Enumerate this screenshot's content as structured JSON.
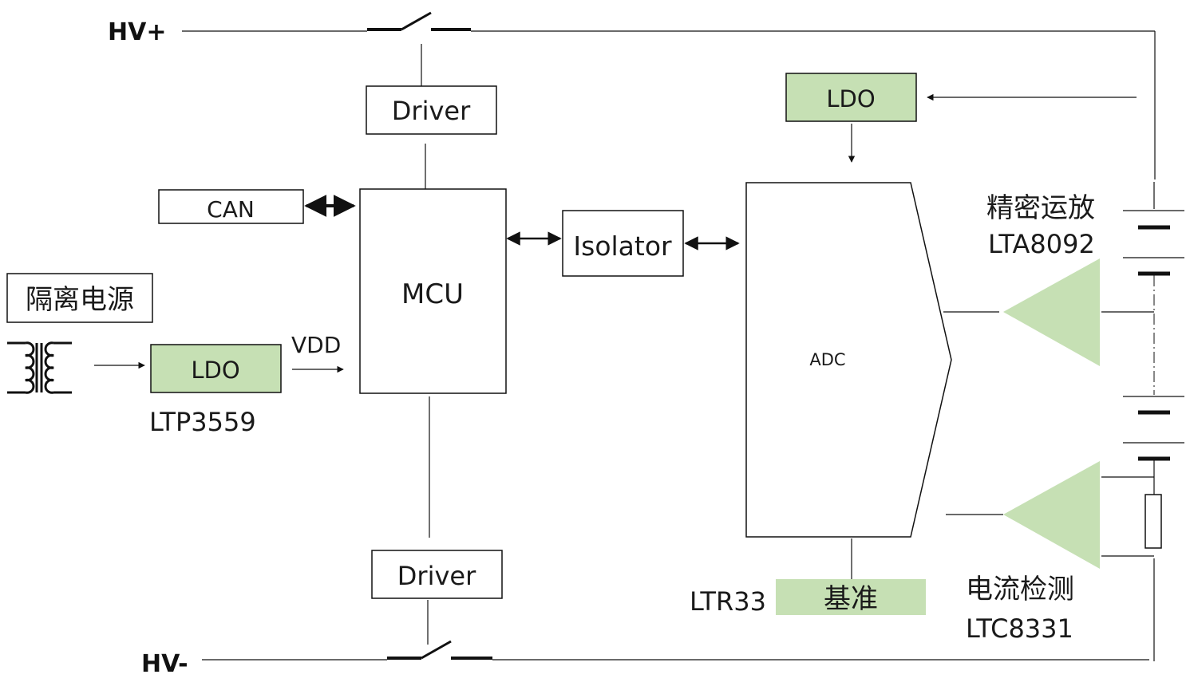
{
  "rails": {
    "hv_plus": "HV+",
    "hv_minus": "HV-"
  },
  "blocks": {
    "driver_top": "Driver",
    "driver_bottom": "Driver",
    "can": "CAN",
    "mcu": "MCU",
    "isolator": "Isolator",
    "isolated_supply": "隔离电源",
    "ldo_left": "LDO",
    "ldo_right": "LDO",
    "adc": "ADC",
    "reference": "基准"
  },
  "labels": {
    "vdd": "VDD",
    "ldo_part": "LTP3559",
    "ref_part": "LTR33",
    "precision_amp_title": "精密运放",
    "precision_amp_part": "LTA8092",
    "current_sense_title": "电流检测",
    "current_sense_part": "LTC8331"
  },
  "colors": {
    "highlight_fill": "#c6e0b4",
    "opamp_fill": "#c6e0b4",
    "line": "#111111"
  }
}
